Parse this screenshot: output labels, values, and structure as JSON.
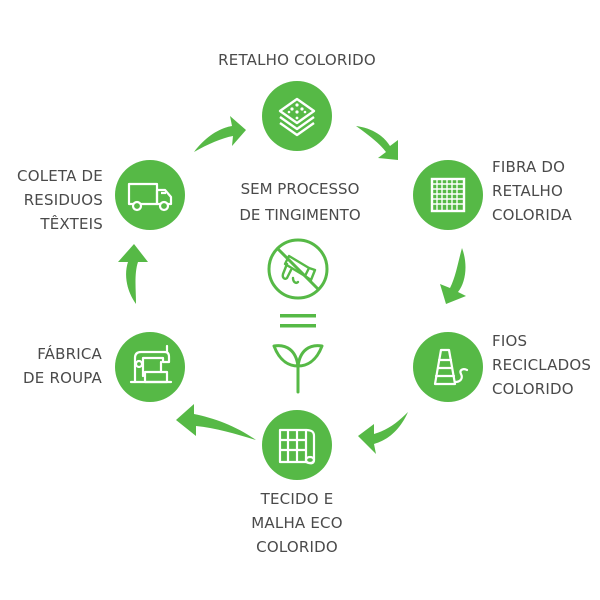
{
  "accent_color": "#56b946",
  "text_color": "#4a4a4a",
  "cycle": [
    {
      "id": "retalho",
      "lines": [
        "RETALHO COLORIDO"
      ],
      "icon": "fabric-layers-icon"
    },
    {
      "id": "fibra",
      "lines": [
        "FIBRA DO",
        "RETALHO",
        "COLORIDA"
      ],
      "icon": "fiber-grid-icon"
    },
    {
      "id": "fios",
      "lines": [
        "FIOS",
        "RECICLADOS",
        "COLORIDO"
      ],
      "icon": "yarn-spool-icon"
    },
    {
      "id": "tecido",
      "lines": [
        "TECIDO E",
        "MALHA ECO",
        "COLORIDO"
      ],
      "icon": "fabric-roll-icon"
    },
    {
      "id": "fabrica",
      "lines": [
        "FÁBRICA",
        "DE ROUPA"
      ],
      "icon": "sewing-machine-icon"
    },
    {
      "id": "coleta",
      "lines": [
        "COLETA DE",
        "RESIDUOS",
        "TÊXTEIS"
      ],
      "icon": "truck-icon"
    }
  ],
  "center": {
    "lines": [
      "SEM PROCESSO",
      "DE TINGIMENTO"
    ],
    "icons": [
      "no-dye-icon",
      "equals-icon",
      "leaf-sprout-icon"
    ]
  }
}
